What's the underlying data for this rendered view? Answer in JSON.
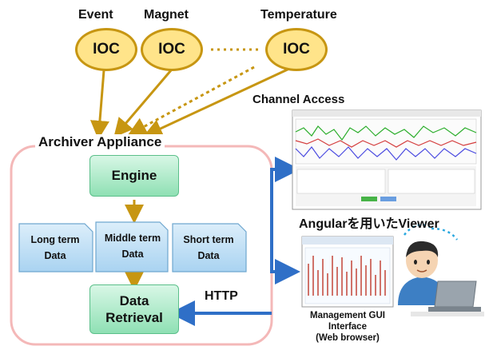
{
  "sources": [
    {
      "label": "Event",
      "node": "IOC"
    },
    {
      "label": "Magnet",
      "node": "IOC"
    },
    {
      "label": "Temperature",
      "node": "IOC"
    }
  ],
  "archiver": {
    "title": "Archiver Appliance",
    "engine": "Engine",
    "storage": [
      {
        "line1": "Long term",
        "line2": "Data"
      },
      {
        "line1": "Middle term",
        "line2": "Data"
      },
      {
        "line1": "Short term",
        "line2": "Data"
      }
    ],
    "retrieval_line1": "Data",
    "retrieval_line2": "Retrieval"
  },
  "protocols": {
    "channel_access": "Channel Access",
    "http": "HTTP"
  },
  "viewer": {
    "title": "Angularを用いたViewer"
  },
  "mgmt": {
    "line1": "Management GUI",
    "line2": "Interface",
    "line3": "(Web browser)"
  },
  "colors": {
    "arrow_gold": "#c79612",
    "arrow_blue": "#2f6fc7",
    "ioc_fill": "#ffe48a",
    "appliance_border": "#f4b8b8",
    "engine_fill": "#a8ecc6",
    "doc_fill": "#c6e4f7"
  }
}
